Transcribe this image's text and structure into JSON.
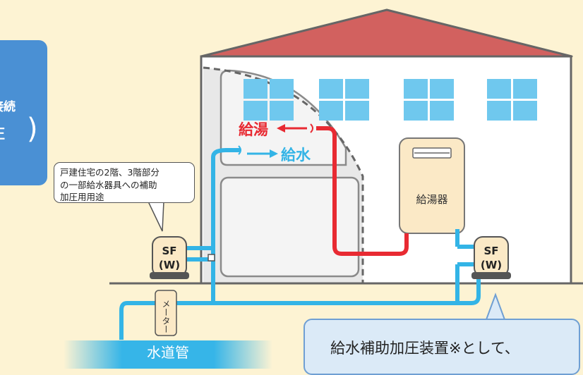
{
  "left_panel": {
    "line1": "接続",
    "line2": "圧"
  },
  "callout": {
    "line1": "戸建住宅の2階、3階部分",
    "line2": "の一部給水器具への補助",
    "line3": "加圧用用途"
  },
  "labels": {
    "hot_water": "給湯",
    "water_supply": "給水",
    "water_heater": "給湯器",
    "meter": "メーター",
    "water_main": "水道管"
  },
  "pumps": [
    {
      "line1": "SF",
      "line2": "(W)"
    },
    {
      "line1": "SF",
      "line2": "(W)"
    }
  ],
  "bottom_box": {
    "text": "給水補助加圧装置※として、"
  },
  "colors": {
    "background": "#fdf3d3",
    "roof": "#d2615f",
    "hot_pipe": "#e82a32",
    "cold_pipe": "#33b4e6",
    "accent_blue": "#4a90d4"
  }
}
